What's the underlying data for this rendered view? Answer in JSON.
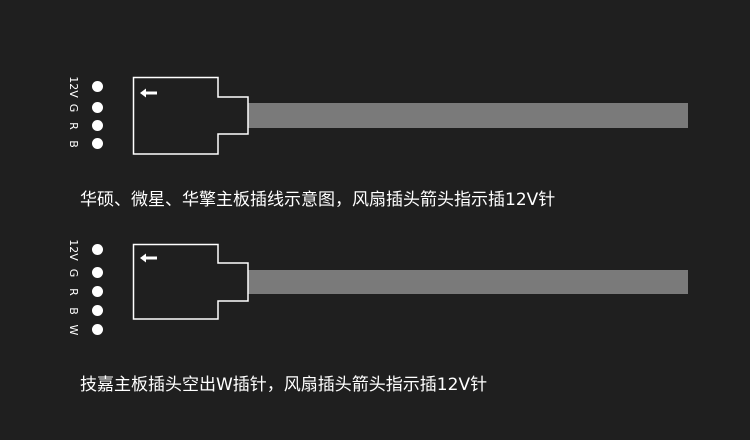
{
  "colors": {
    "background": "#1f1f1f",
    "foreground": "#ffffff",
    "cable": "#7a7a7a"
  },
  "diagrams": [
    {
      "pins": [
        "12V",
        "G",
        "R",
        "B"
      ],
      "arrow_icon": "arrow-left-icon",
      "caption": "华硕、微星、华擎主板插线示意图，风扇插头箭头指示插12V针"
    },
    {
      "pins": [
        "12V",
        "G",
        "R",
        "B",
        "W"
      ],
      "arrow_icon": "arrow-left-icon",
      "caption": "技嘉主板插头空出W插针，风扇插头箭头指示插12V针"
    }
  ]
}
